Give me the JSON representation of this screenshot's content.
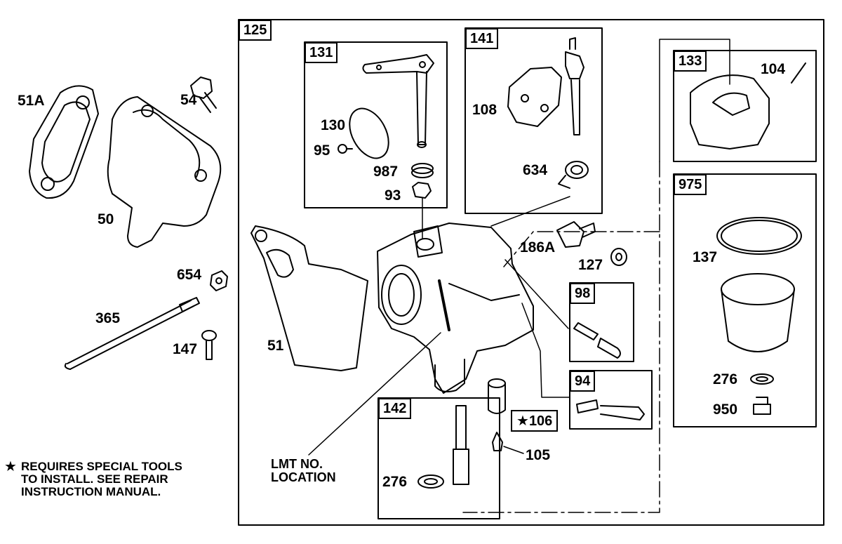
{
  "labels": {
    "l_51a": "51A",
    "l_54": "54",
    "l_50": "50",
    "l_654": "654",
    "l_365": "365",
    "l_147": "147",
    "l_51": "51",
    "l_130": "130",
    "l_95": "95",
    "l_987": "987",
    "l_93": "93",
    "l_108": "108",
    "l_634": "634",
    "l_104": "104",
    "l_186a": "186A",
    "l_127": "127",
    "l_137": "137",
    "l_276a": "276",
    "l_950": "950",
    "l_105": "105",
    "l_276b": "276",
    "l_106": "106",
    "b_125": "125",
    "b_131": "131",
    "b_141": "141",
    "b_133": "133",
    "b_975": "975",
    "b_98": "98",
    "b_94": "94",
    "b_142": "142"
  },
  "lmt": {
    "line1": "LMT NO.",
    "line2": "LOCATION"
  },
  "note": {
    "line1": "REQUIRES SPECIAL TOOLS",
    "line2": "TO INSTALL.  SEE REPAIR",
    "line3": "INSTRUCTION MANUAL."
  }
}
